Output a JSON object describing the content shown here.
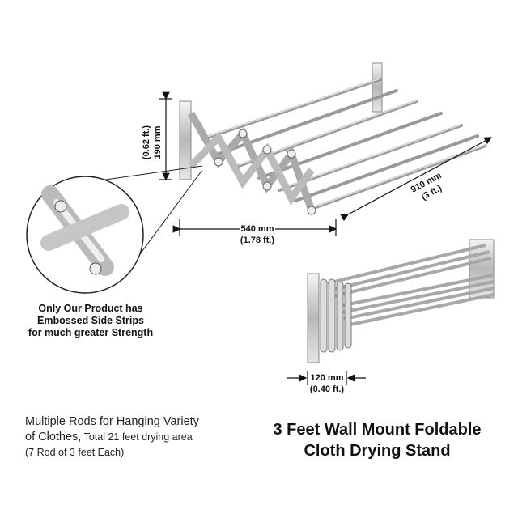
{
  "dimensions": {
    "height_mm": "190 mm",
    "height_ft": "(0.62 ft.)",
    "extended_width_mm": "540 mm",
    "extended_width_ft": "(1.78 ft.)",
    "length_mm": "910 mm",
    "length_ft": "(3 ft.)",
    "folded_depth_mm": "120 mm",
    "folded_depth_ft": "(0.40 ft.)"
  },
  "feature_callout": [
    "Only Our Product has",
    "Embossed Side Strips",
    "for much greater Strength"
  ],
  "description": {
    "line1": "Multiple Rods for Hanging Variety",
    "line2_main": "of Clothes,",
    "line2_small": " Total 21 feet drying area",
    "line3": "(7 Rod of 3 feet Each)"
  },
  "title": [
    "3 Feet Wall Mount Foldable",
    "Cloth Drying Stand"
  ]
}
